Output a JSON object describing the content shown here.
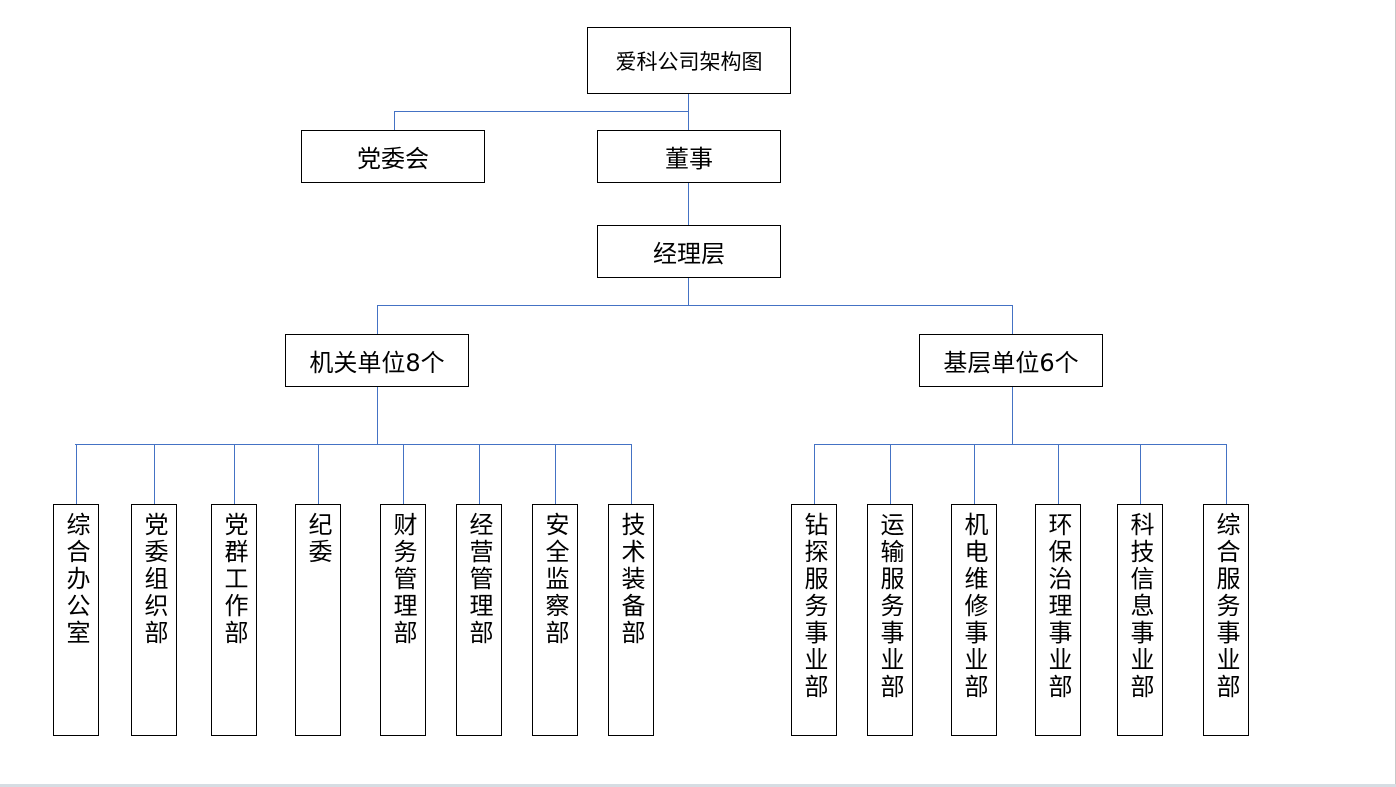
{
  "chart_title": "爱科公司架构图",
  "level1": {
    "party": "党委会",
    "board": "董事"
  },
  "management": "经理层",
  "groups": {
    "left": "机关单位8个",
    "right": "基层单位6个"
  },
  "left_units": [
    "综合办公室",
    "党委组织部",
    "党群工作部",
    "纪委",
    "财务管理部",
    "经营管理部",
    "安全监察部",
    "技术装备部"
  ],
  "right_units": [
    "钻探服务事业部",
    "运输服务事业部",
    "机电维修事业部",
    "环保治理事业部",
    "科技信息事业部",
    "综合服务事业部"
  ],
  "colors": {
    "connector": "#4472c4",
    "border": "#000000"
  }
}
